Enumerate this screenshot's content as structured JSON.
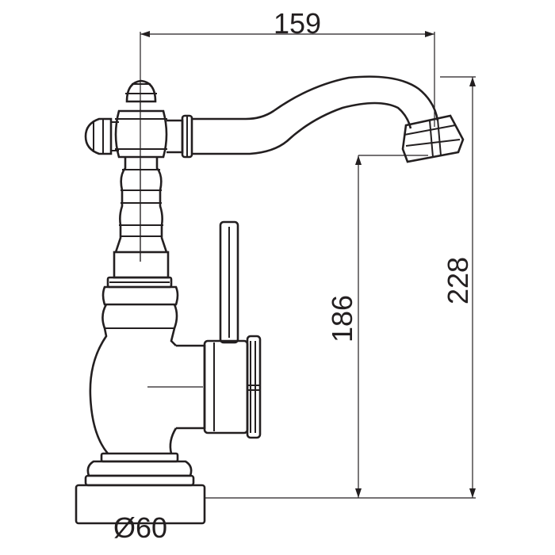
{
  "dimensions": {
    "spout_reach": "159",
    "spout_height": "186",
    "overall_height": "228",
    "base_diameter": "Ø60"
  },
  "colors": {
    "line": "#231f20",
    "background": "#ffffff"
  }
}
